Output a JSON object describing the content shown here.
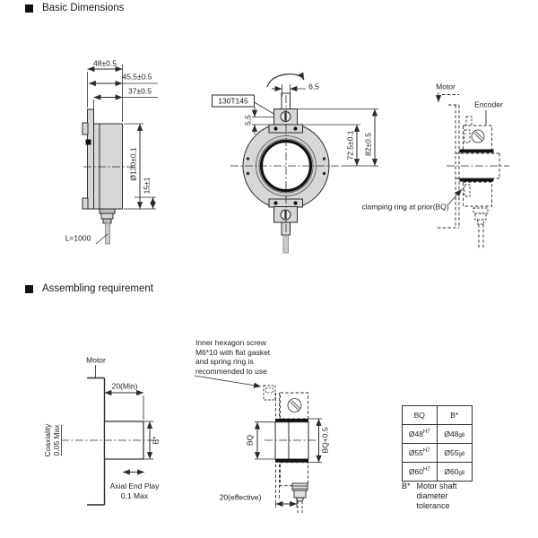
{
  "sections": {
    "basic_title": "Basic Dimensions",
    "assembling_title": "Assembling requirement"
  },
  "side_view": {
    "dim_width_total": "48±0.5",
    "dim_width_mid": "45,5±0.5",
    "dim_width_body": "37±0.5",
    "dim_diameter": "Ø130±0.1",
    "dim_offset": "15±1",
    "cable_length": "L=1000"
  },
  "front_view": {
    "dim_key_offset": "6,5",
    "model_label": "130T145",
    "dim_clamp": "5,5",
    "dim_radius_mount": "72.5±0.1",
    "dim_radius_outer": "82±0.5"
  },
  "mount_view": {
    "motor_label": "Motor",
    "encoder_label": "Encoder",
    "clamping_note": "clamping ring at prior(BQ)"
  },
  "shaft_view": {
    "motor_label": "Motor",
    "dim_shaft_min": "20(Min)",
    "coaxiality_line1": "Coaxiality",
    "coaxiality_line2": "0.05 Max",
    "shaft_dia_label": "B*",
    "axial_line1": "Axial End Play",
    "axial_line2": "0,1 Max"
  },
  "assembly_view": {
    "note_line1": "Inner hexagon screw",
    "note_line2": "M6*10 with flat gasket",
    "note_line3": "and spring ring is",
    "note_line4": "recommended to use",
    "dim_bore": "BQ",
    "dim_bore_fit": "BQ+0.5",
    "dim_effective": "20(effective)"
  },
  "tolerance_table": {
    "col1_header": "BQ",
    "col2_header": "B*",
    "rows": [
      {
        "bq_base": "Ø48",
        "bq_fit": "H7",
        "b_base": "Ø48",
        "b_fit": "g8"
      },
      {
        "bq_base": "Ø55",
        "bq_fit": "H7",
        "b_base": "Ø55",
        "b_fit": "g8"
      },
      {
        "bq_base": "Ø60",
        "bq_fit": "H7",
        "b_base": "Ø60",
        "b_fit": "g8"
      }
    ],
    "footnote_mark": "B*",
    "footnote_line1": "Motor shaft",
    "footnote_line2": "diameter",
    "footnote_line3": "tolerance"
  }
}
